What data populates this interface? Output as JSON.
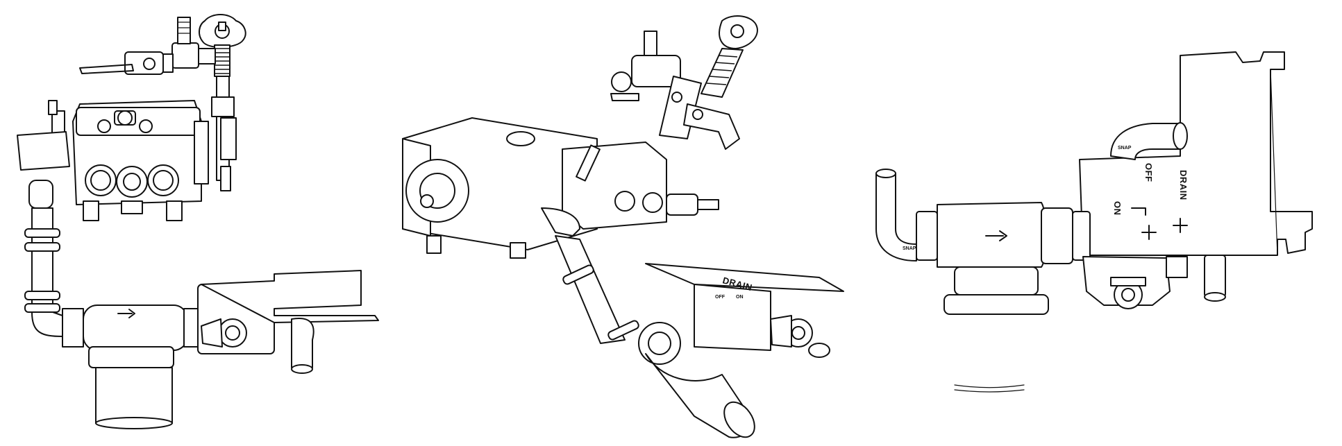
{
  "views": [
    {
      "name": "left-orthographic",
      "labels": []
    },
    {
      "name": "middle-isometric",
      "labels": [
        "DRAIN",
        "OFF",
        "ON"
      ]
    },
    {
      "name": "right-closeup",
      "labels": [
        "DRAIN",
        "OFF",
        "ON",
        "SNAP"
      ]
    }
  ],
  "labels": {
    "drain": "DRAIN",
    "off": "OFF",
    "on": "ON",
    "snap": "SNAP"
  },
  "colors": {
    "line": "#111111",
    "background": "#ffffff"
  },
  "icons": [
    "flow-arrow-icon",
    "valve-handle-icon",
    "wheel-knob-icon"
  ]
}
